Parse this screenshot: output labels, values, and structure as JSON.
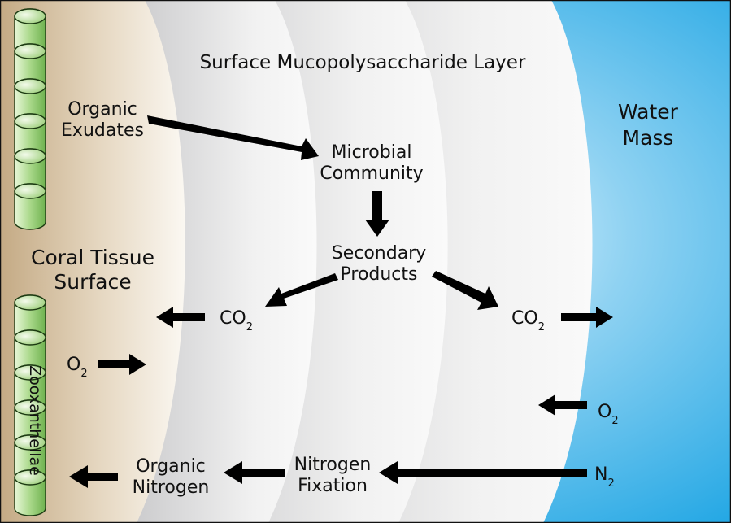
{
  "labels": {
    "title": "Surface Mucopolysaccharide Layer",
    "organic_exudates": [
      "Organic",
      "Exudates"
    ],
    "microbial_community": [
      "Microbial",
      "Community"
    ],
    "secondary_products": [
      "Secondary",
      "Products"
    ],
    "coral_tissue_surface": [
      "Coral Tissue",
      "Surface"
    ],
    "water_mass": [
      "Water",
      "Mass"
    ],
    "co2_left": {
      "base": "CO",
      "sub": "2"
    },
    "co2_right": {
      "base": "CO",
      "sub": "2"
    },
    "o2_left": {
      "base": "O",
      "sub": "2"
    },
    "o2_right": {
      "base": "O",
      "sub": "2"
    },
    "n2": {
      "base": "N",
      "sub": "2"
    },
    "nitrogen_fixation": [
      "Nitrogen",
      "Fixation"
    ],
    "organic_nitrogen": [
      "Organic",
      "Nitrogen"
    ],
    "zooxanthellae": "Zooxanthellae"
  },
  "colors": {
    "coral_tissue": "#c8b08c",
    "mucus_gray": "#9a9a9c",
    "water": "#1aa6e6",
    "cell_green": "#a9d88a",
    "arrow": "#000000"
  }
}
